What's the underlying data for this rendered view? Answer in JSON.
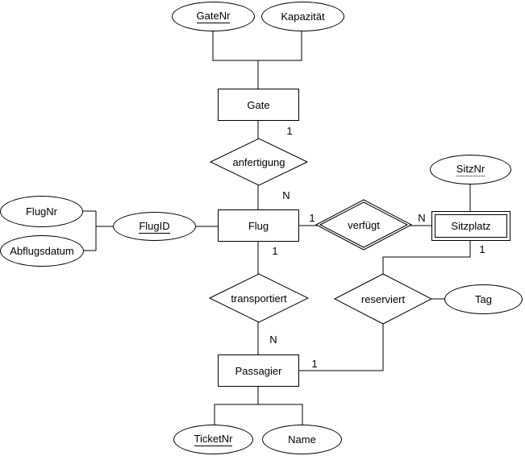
{
  "colors": {
    "stroke": "#000000",
    "text": "#000000",
    "background": "#ffffff"
  },
  "entities": {
    "gate": {
      "label": "Gate"
    },
    "flug": {
      "label": "Flug"
    },
    "sitzplatz": {
      "label": "Sitzplatz",
      "weak": true
    },
    "passagier": {
      "label": "Passagier"
    }
  },
  "relationships": {
    "anfertigung": {
      "label": "anfertigung"
    },
    "verfuegt": {
      "label": "verfügt",
      "identifying": true
    },
    "transportiert": {
      "label": "transportiert"
    },
    "reserviert": {
      "label": "reserviert"
    }
  },
  "attributes": {
    "gatenr": {
      "label": "GateNr",
      "key": "primary"
    },
    "kapazitaet": {
      "label": "Kapazität"
    },
    "sitznr": {
      "label": "SitzNr",
      "key": "partial"
    },
    "flugnr": {
      "label": "FlugNr"
    },
    "abflugsdatum": {
      "label": "Abflugsdatum"
    },
    "flugid": {
      "label": "FlugID",
      "key": "primary"
    },
    "tag": {
      "label": "Tag"
    },
    "ticketnr": {
      "label": "TicketNr",
      "key": "primary"
    },
    "name": {
      "label": "Name"
    }
  },
  "cardinalities": {
    "gate_anfertigung": "1",
    "anfertigung_flug": "N",
    "flug_verfuegt": "1",
    "verfuegt_sitzplatz": "N",
    "flug_transportiert": "1",
    "sitzplatz_reserviert": "1",
    "transportiert_passagier": "N",
    "reserviert_passagier": "1"
  }
}
